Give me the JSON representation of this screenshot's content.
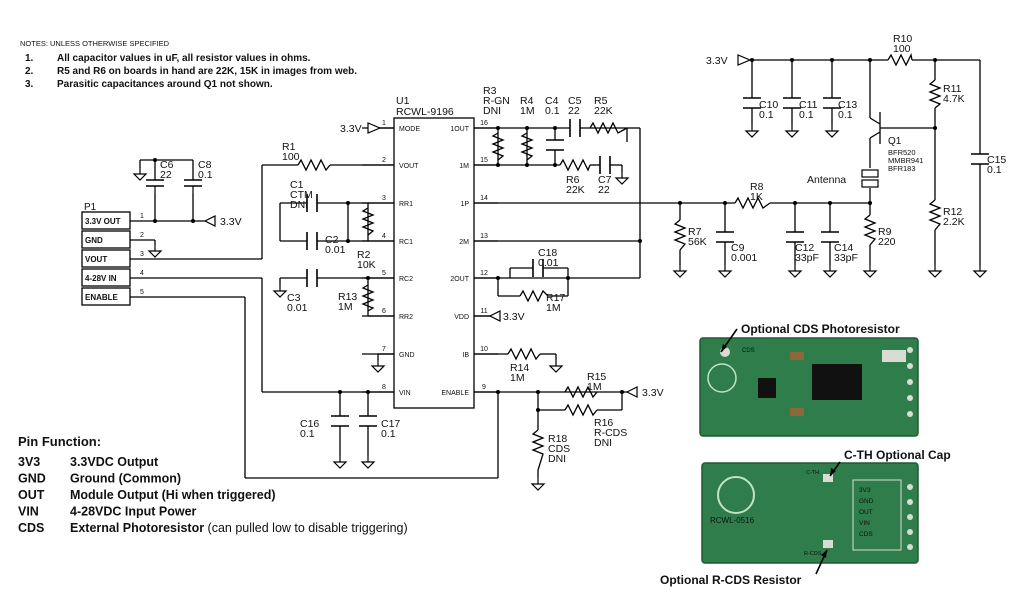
{
  "notes": {
    "header": "NOTES:  UNLESS OTHERWISE SPECIFIED",
    "items": [
      {
        "num": "1.",
        "text": "All capacitor values in uF, all resistor values in ohms."
      },
      {
        "num": "2.",
        "text": "R5 and R6 on boards in hand are 22K, 15K in images from web."
      },
      {
        "num": "3.",
        "text": "Parasitic capacitances around Q1 not shown."
      }
    ]
  },
  "ic": {
    "ref": "U1",
    "part": "RCWL-9196",
    "left_pins": [
      {
        "num": "1",
        "name": "MODE"
      },
      {
        "num": "2",
        "name": "VOUT"
      },
      {
        "num": "3",
        "name": "RR1"
      },
      {
        "num": "4",
        "name": "RC1"
      },
      {
        "num": "5",
        "name": "RC2"
      },
      {
        "num": "6",
        "name": "RR2"
      },
      {
        "num": "7",
        "name": "GND"
      },
      {
        "num": "8",
        "name": "VIN"
      }
    ],
    "right_pins": [
      {
        "num": "16",
        "name": "1OUT"
      },
      {
        "num": "15",
        "name": "1M"
      },
      {
        "num": "14",
        "name": "1P"
      },
      {
        "num": "13",
        "name": "2M"
      },
      {
        "num": "12",
        "name": "2OUT"
      },
      {
        "num": "11",
        "name": "VDD"
      },
      {
        "num": "10",
        "name": "IB"
      },
      {
        "num": "9",
        "name": "ENABLE"
      }
    ]
  },
  "connector": {
    "ref": "P1",
    "pins": [
      {
        "num": "1",
        "name": "3.3V OUT"
      },
      {
        "num": "2",
        "name": "GND"
      },
      {
        "num": "3",
        "name": "VOUT"
      },
      {
        "num": "4",
        "name": "4-28V IN"
      },
      {
        "num": "5",
        "name": "ENABLE"
      }
    ]
  },
  "components": {
    "C6": {
      "ref": "C6",
      "value": "22"
    },
    "C8": {
      "ref": "C8",
      "value": "0.1"
    },
    "R1": {
      "ref": "R1",
      "value": "100"
    },
    "C1": {
      "ref": "C1",
      "value": "CTM",
      "extra": "DNI"
    },
    "C2": {
      "ref": "C2",
      "value": "0.01"
    },
    "R2": {
      "ref": "R2",
      "value": "10K"
    },
    "C3": {
      "ref": "C3",
      "value": "0.01"
    },
    "R13": {
      "ref": "R13",
      "value": "1M"
    },
    "C16": {
      "ref": "C16",
      "value": "0.1"
    },
    "C17": {
      "ref": "C17",
      "value": "0.1"
    },
    "R3": {
      "ref": "R3",
      "value": "R-GN",
      "extra": "DNI"
    },
    "R4": {
      "ref": "R4",
      "value": "1M"
    },
    "C4": {
      "ref": "C4",
      "value": "0.1"
    },
    "C5": {
      "ref": "C5",
      "value": "22"
    },
    "R5": {
      "ref": "R5",
      "value": "22K"
    },
    "R6": {
      "ref": "R6",
      "value": "22K"
    },
    "C7": {
      "ref": "C7",
      "value": "22"
    },
    "C18": {
      "ref": "C18",
      "value": "0.01"
    },
    "R17": {
      "ref": "R17",
      "value": "1M"
    },
    "R14": {
      "ref": "R14",
      "value": "1M"
    },
    "R15": {
      "ref": "R15",
      "value": "1M"
    },
    "R16": {
      "ref": "R16",
      "value": "R-CDS",
      "extra": "DNI"
    },
    "R18": {
      "ref": "R18",
      "value": "CDS",
      "extra": "DNI"
    },
    "R7": {
      "ref": "R7",
      "value": "56K"
    },
    "C9": {
      "ref": "C9",
      "value": "0.001"
    },
    "R8": {
      "ref": "R8",
      "value": "1K"
    },
    "C12": {
      "ref": "C12",
      "value": "33pF"
    },
    "C14": {
      "ref": "C14",
      "value": "33pF"
    },
    "R9": {
      "ref": "R9",
      "value": "220"
    },
    "R10": {
      "ref": "R10",
      "value": "100"
    },
    "C10": {
      "ref": "C10",
      "value": "0.1"
    },
    "C11": {
      "ref": "C11",
      "value": "0.1"
    },
    "C13": {
      "ref": "C13",
      "value": "0.1"
    },
    "R11": {
      "ref": "R11",
      "value": "4.7K"
    },
    "R12": {
      "ref": "R12",
      "value": "2.2K"
    },
    "C15": {
      "ref": "C15",
      "value": "0.1"
    },
    "Q1": {
      "ref": "Q1",
      "parts": [
        "BFR520",
        "MMBR941",
        "BFR183"
      ]
    }
  },
  "net_labels": {
    "v33": "3.3V",
    "antenna": "Antenna"
  },
  "pin_function": {
    "title": "Pin Function:",
    "rows": [
      {
        "pin": "3V3",
        "desc": "3.3VDC Output",
        "note": ""
      },
      {
        "pin": "GND",
        "desc": "Ground (Common)",
        "note": ""
      },
      {
        "pin": "OUT",
        "desc": "Module Output (Hi when triggered)",
        "note": ""
      },
      {
        "pin": "VIN",
        "desc": "4-28VDC Input Power",
        "note": ""
      },
      {
        "pin": "CDS",
        "desc": "External Photoresistor",
        "note": "(can pulled low to disable triggering)"
      }
    ]
  },
  "photos": {
    "top_caption": "Optional CDS Photoresistor",
    "bottom_caption_1": "C-TH Optional Cap",
    "bottom_caption_2": "Optional R-CDS Resistor",
    "board_text": "RCWL-0516",
    "board_pins": [
      "3V3",
      "GND",
      "OUT",
      "VIN",
      "CDS"
    ],
    "board_label_cds": "CDS",
    "board_label_cth": "C-TH",
    "board_label_rcds": "R-CDS"
  },
  "colors": {
    "wire": "#000000",
    "pcb": "#2e7d4a",
    "pcb_dark": "#1f5a35",
    "pad": "#d9dcd2"
  }
}
